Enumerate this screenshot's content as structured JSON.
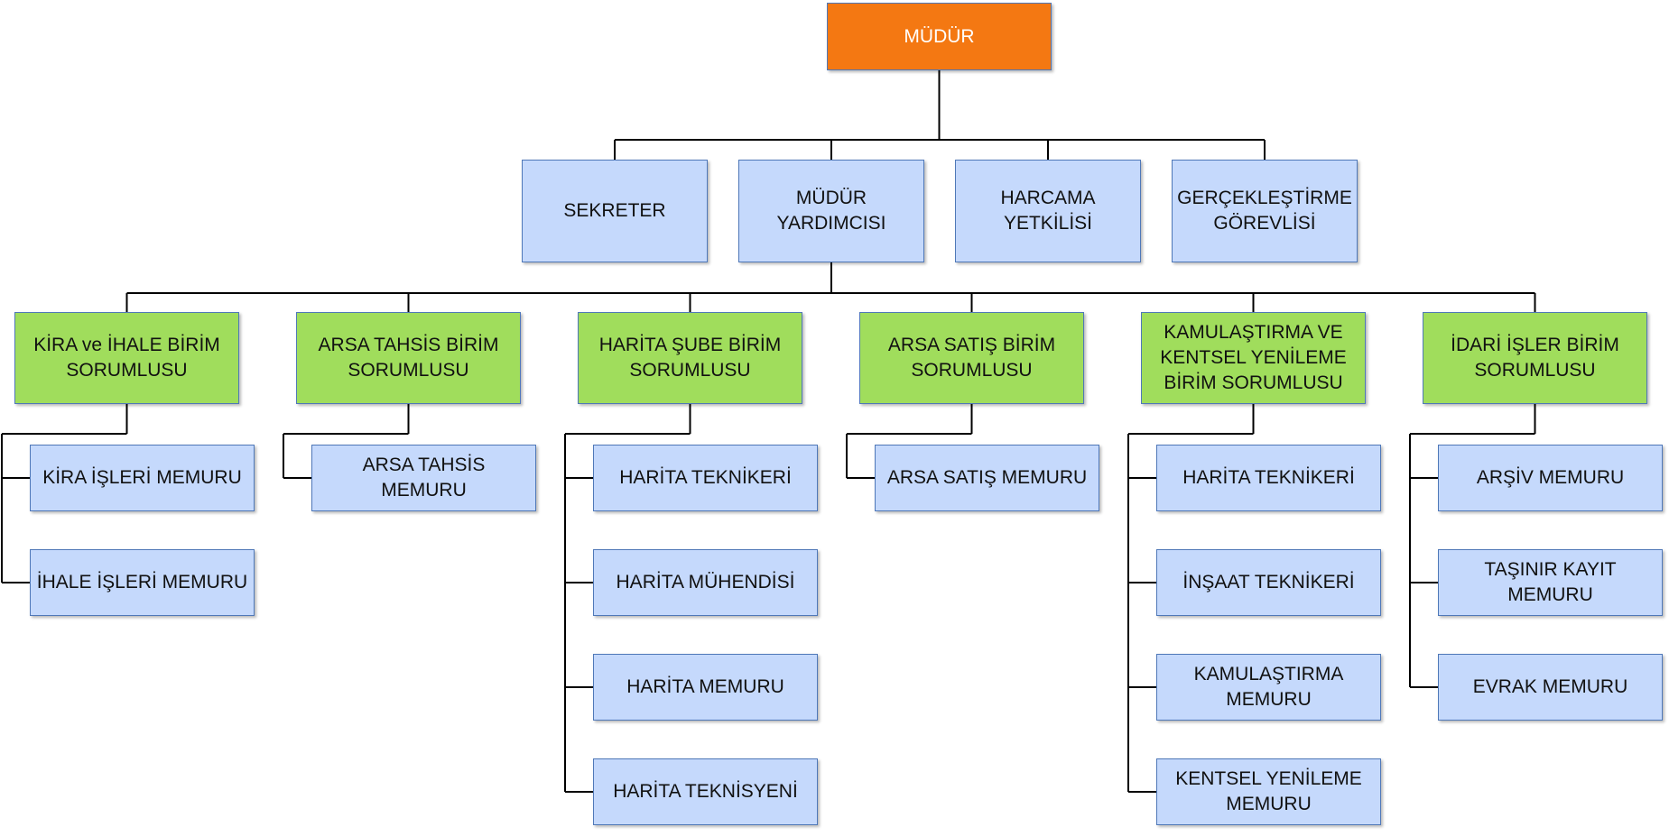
{
  "colors": {
    "top": "#f47812",
    "staff": "#c5d9fc",
    "unit": "#a0dd5c",
    "line": "#000000"
  },
  "org": {
    "director": "MÜDÜR",
    "staff": [
      "SEKRETER",
      "MÜDÜR YARDIMCISI",
      "HARCAMA YETKİLİSİ",
      "GERÇEKLEŞTİRME GÖREVLİSİ"
    ],
    "units": [
      {
        "title": "KİRA ve İHALE BİRİM SORUMLUSU",
        "members": [
          "KİRA İŞLERİ MEMURU",
          "İHALE İŞLERİ MEMURU"
        ]
      },
      {
        "title": "ARSA TAHSİS BİRİM SORUMLUSU",
        "members": [
          "ARSA TAHSİS MEMURU"
        ]
      },
      {
        "title": "HARİTA ŞUBE BİRİM SORUMLUSU",
        "members": [
          "HARİTA TEKNİKERİ",
          "HARİTA MÜHENDİSİ",
          "HARİTA MEMURU",
          "HARİTA TEKNİSYENİ"
        ]
      },
      {
        "title": "ARSA SATIŞ BİRİM SORUMLUSU",
        "members": [
          "ARSA SATIŞ MEMURU"
        ]
      },
      {
        "title": "KAMULAŞTIRMA VE KENTSEL YENİLEME BİRİM SORUMLUSU",
        "members": [
          "HARİTA TEKNİKERİ",
          "İNŞAAT TEKNİKERİ",
          "KAMULAŞTIRMA MEMURU",
          "KENTSEL YENİLEME MEMURU"
        ]
      },
      {
        "title": "İDARİ İŞLER BİRİM SORUMLUSU",
        "members": [
          "ARŞİV MEMURU",
          "TAŞINIR KAYIT MEMURU",
          "EVRAK MEMURU"
        ]
      }
    ]
  }
}
